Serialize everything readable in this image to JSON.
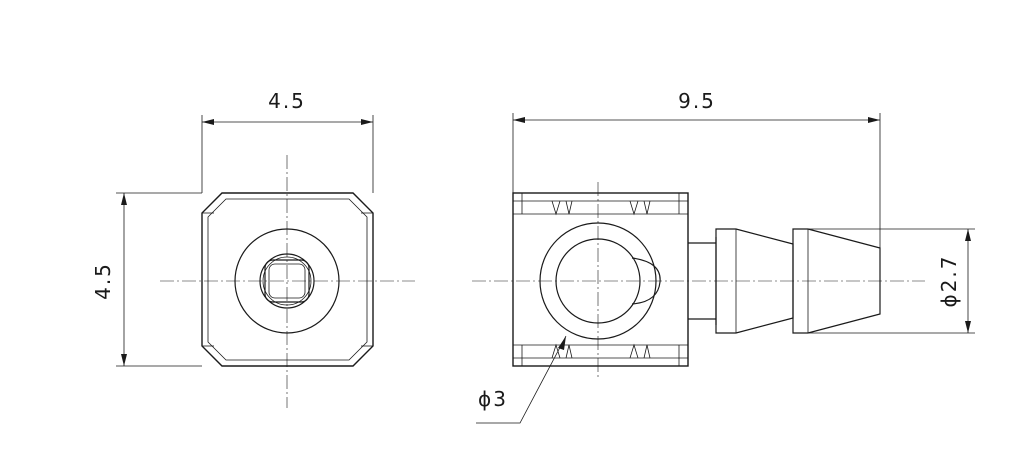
{
  "front_view": {
    "width_label": "4.5",
    "height_label": "4.5"
  },
  "side_view": {
    "length_label": "9.5",
    "barb_diameter_label": "ϕ2.7",
    "bore_diameter_label": "ϕ3"
  }
}
